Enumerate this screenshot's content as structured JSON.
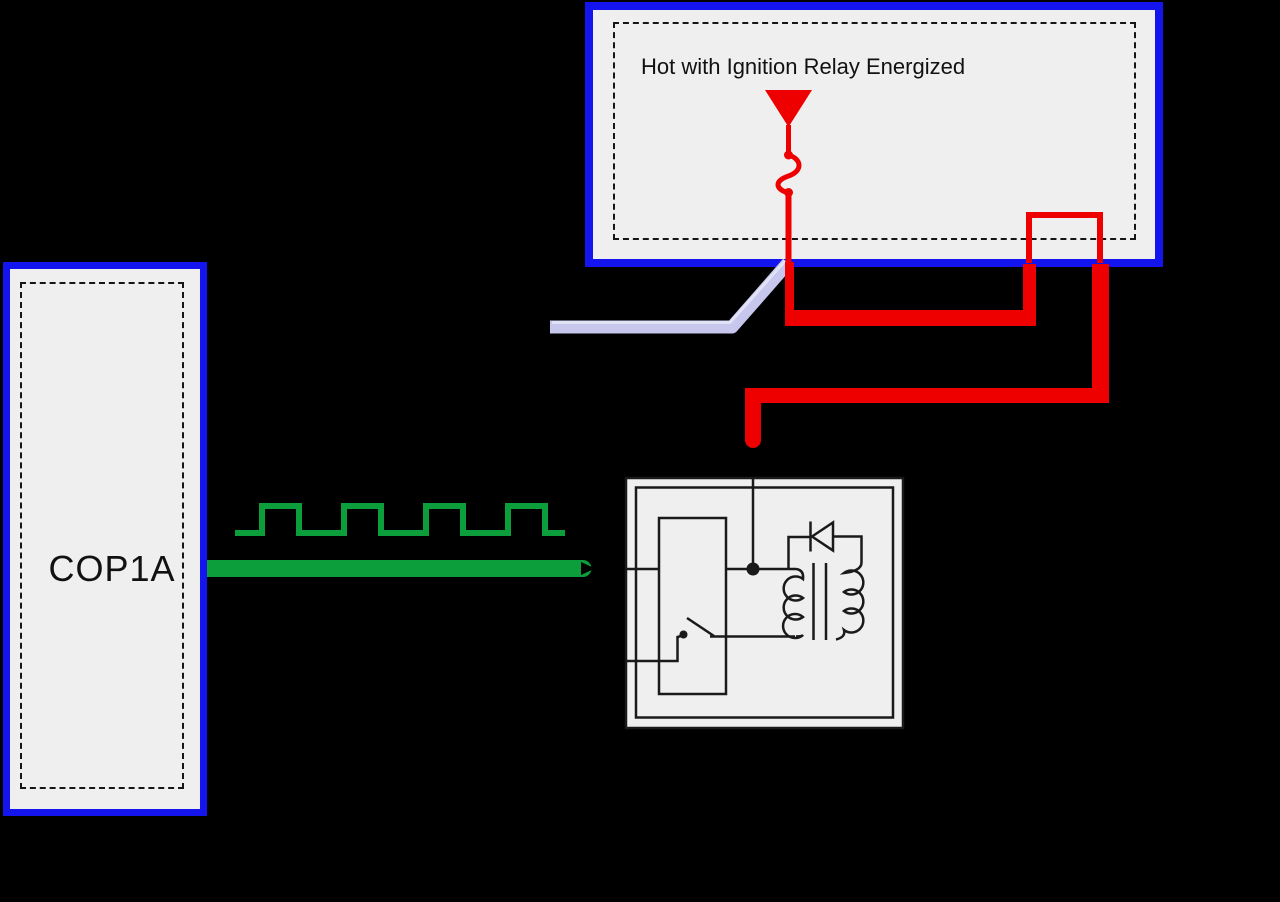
{
  "power_box": {
    "label": "Hot with Ignition Relay Energized",
    "symbols": [
      "power-feed-triangle",
      "fuse",
      "connector-jumper"
    ]
  },
  "module_box": {
    "label": "COP1A"
  },
  "coil_box": {
    "symbols": [
      "driver-block",
      "trigger-switch",
      "diode",
      "primary-winding",
      "core",
      "secondary-winding",
      "junction-dot"
    ]
  },
  "signal": {
    "type": "square-wave",
    "pulses": 4
  },
  "wires": [
    {
      "name": "ignition-feed-wire",
      "color_key": "hot_wire"
    },
    {
      "name": "control-signal-wire",
      "color_key": "signal_wire"
    },
    {
      "name": "aux-wire",
      "color_key": "aux_wire"
    }
  ],
  "colors": {
    "background": "#000000",
    "panel_fill": "#efefef",
    "panel_border": "#1414ee",
    "dashed_border": "#161616",
    "ink": "#1a1a1a",
    "hot_wire": "#ee0000",
    "signal_wire": "#0d9e3c",
    "aux_wire": "#c7c7ee",
    "aux_wire_highlight": "#e6e6f8",
    "text": "#111111"
  }
}
